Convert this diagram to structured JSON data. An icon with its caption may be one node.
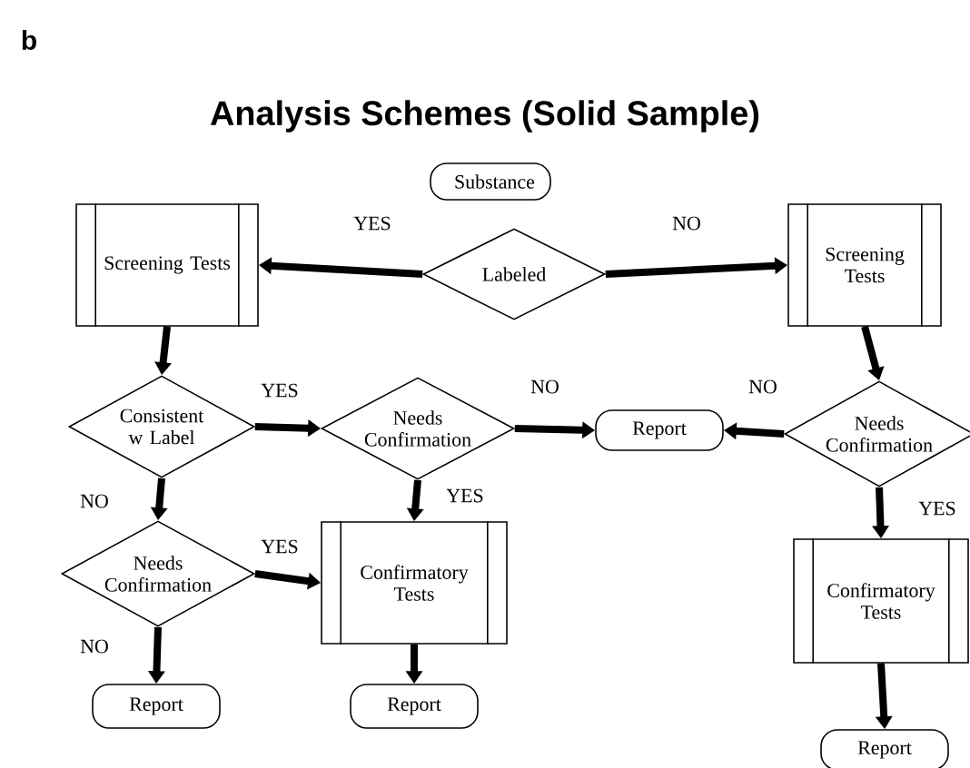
{
  "diagram": {
    "title": "Analysis Schemes (Solid Sample)",
    "nodes": [
      {
        "text": [
          "Substance"
        ]
      },
      {
        "text": [
          "Labeled"
        ]
      },
      {
        "text": [
          "Screening Tests"
        ]
      },
      {
        "text": [
          "Screening Tests"
        ]
      },
      {
        "text": [
          "Consistent w Label"
        ]
      },
      {
        "text": [
          "Needs Confirmation"
        ]
      },
      {
        "text": [
          "Report"
        ]
      },
      {
        "text": [
          "Needs Confirmation"
        ]
      },
      {
        "text": [
          "Needs Confirmation"
        ]
      },
      {
        "text": [
          "Confirmatory Tests"
        ]
      },
      {
        "text": [
          "Confirmatory Tests"
        ]
      },
      {
        "text": [
          "Report"
        ]
      },
      {
        "text": [
          "Report"
        ]
      },
      {
        "text": [
          "Report"
        ]
      }
    ],
    "edges": [
      {
        "from": 1,
        "to": 2,
        "arrow": "to",
        "label": "YES"
      },
      {
        "from": 1,
        "to": 3,
        "arrow": "to",
        "label": "NO"
      },
      {
        "from": 2,
        "to": 4,
        "arrow": "to"
      },
      {
        "from": 4,
        "to": 5,
        "arrow": "to",
        "label": "YES"
      },
      {
        "from": 5,
        "to": 6,
        "arrow": "to",
        "label": "NO"
      },
      {
        "from": 7,
        "to": 6,
        "arrow": "to",
        "label": "NO"
      },
      {
        "from": 3,
        "to": 7,
        "arrow": "to"
      },
      {
        "from": 5,
        "to": 9,
        "arrow": "to",
        "label": "YES"
      },
      {
        "from": 4,
        "to": 8,
        "arrow": "to",
        "label": "NO"
      },
      {
        "from": 8,
        "to": 9,
        "arrow": "to",
        "label": "YES"
      },
      {
        "from": 8,
        "to": 11,
        "arrow": "to",
        "label": "NO"
      },
      {
        "from": 9,
        "to": 12,
        "arrow": "to"
      },
      {
        "from": 7,
        "to": 10,
        "arrow": "to",
        "label": "YES"
      },
      {
        "from": 10,
        "to": 13,
        "arrow": "to"
      }
    ],
    "labels": [
      "b"
    ]
  }
}
